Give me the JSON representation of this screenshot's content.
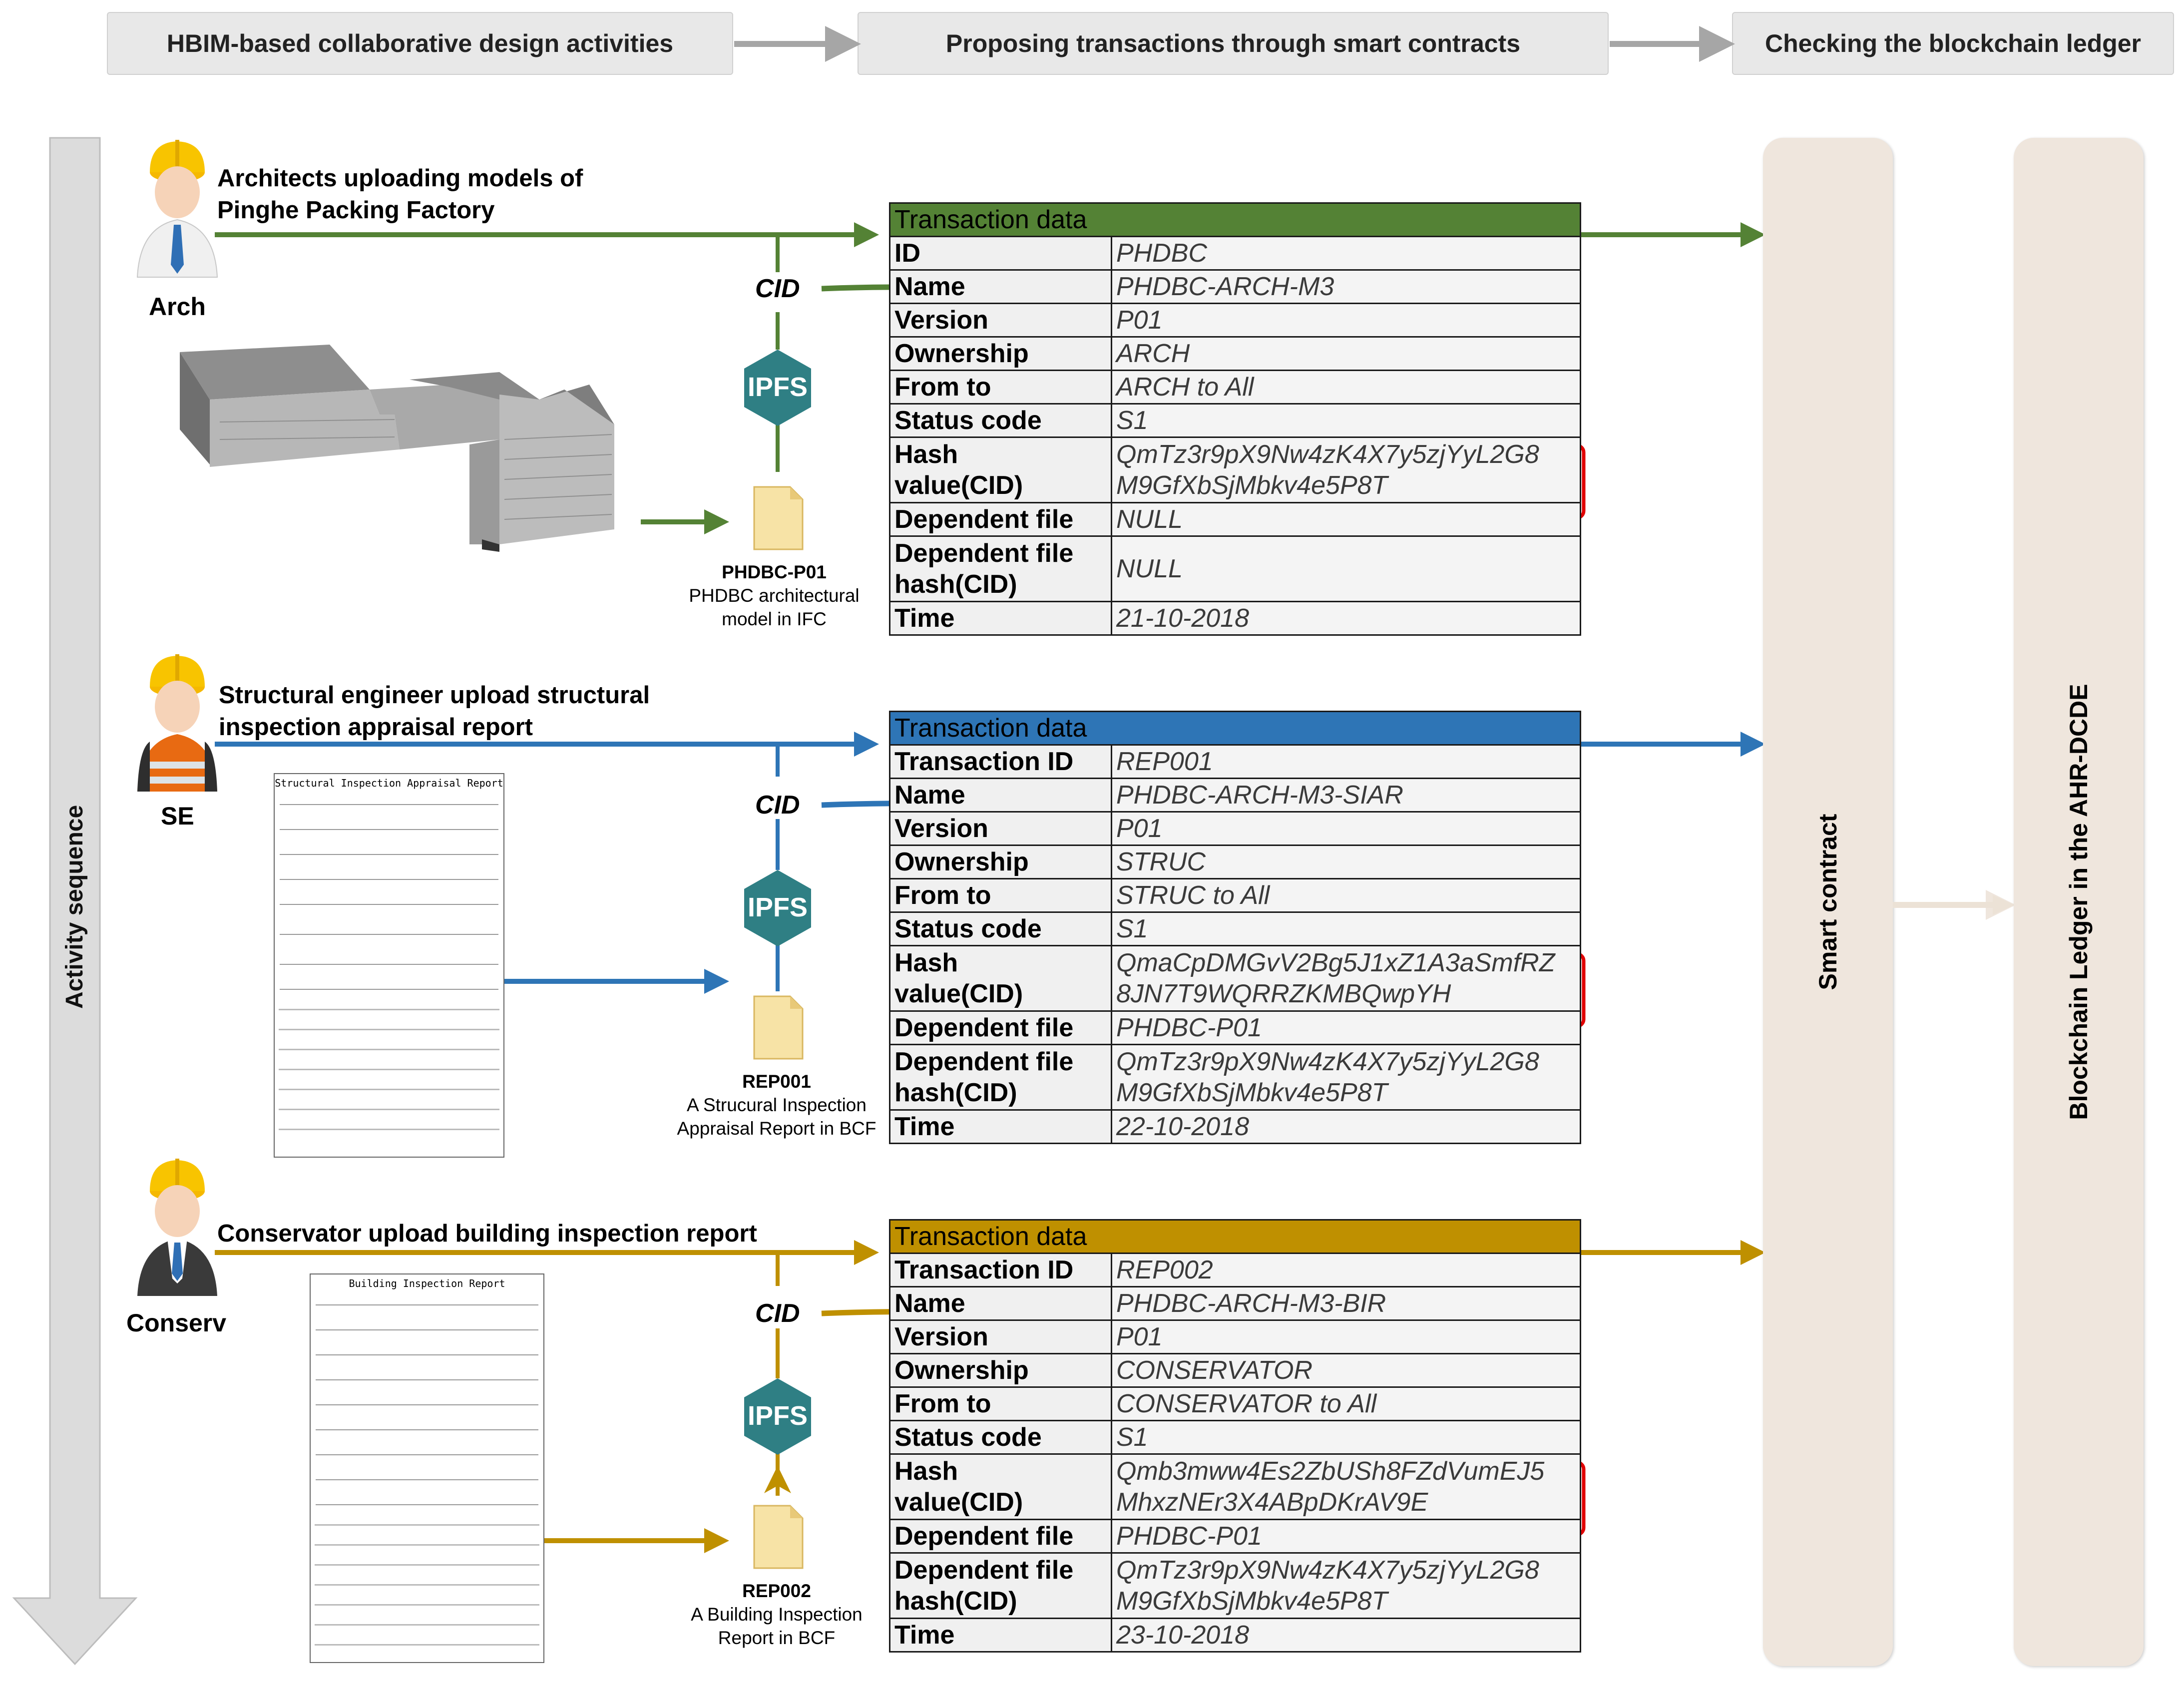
{
  "stages": [
    {
      "label": "HBIM-based collaborative design activities"
    },
    {
      "label": "Proposing transactions through smart contracts"
    },
    {
      "label": "Checking the blockchain ledger"
    }
  ],
  "sequence_label": "Activity sequence",
  "smart_contract_label": "Smart contract",
  "ledger_label": "Blockchain Ledger in the AHR-DCDE",
  "ipfs_label": "IPFS",
  "cid_label": "CID",
  "transaction_header": "Transaction data",
  "colors": {
    "green": "#548235",
    "blue": "#2e75b6",
    "gold": "#bf9000"
  },
  "rows": [
    {
      "actor_title_1": "Architects uploading models of",
      "actor_title_2": "Pinghe Packing Factory",
      "actor_abbr": "Arch",
      "file_id": "PHDBC-P01",
      "file_desc_1": "PHDBC architectural",
      "file_desc_2": "model in IFC",
      "table": {
        "id_key": "ID",
        "id_val": "PHDBC",
        "name_key": "Name",
        "name_val": "PHDBC-ARCH-M3",
        "version_key": "Version",
        "version_val": "P01",
        "ownership_key": "Ownership",
        "ownership_val": "ARCH",
        "fromto_key": "From to",
        "fromto_val": "ARCH to All",
        "status_key": "Status code",
        "status_val": "S1",
        "hash_key_1": "Hash",
        "hash_key_2": "value(CID)",
        "hash_val_1": "QmTz3r9pX9Nw4zK4X7y5zjYyL2G8",
        "hash_val_2": "M9GfXbSjMbkv4e5P8T",
        "dep_key": "Dependent file",
        "dep_val": "NULL",
        "dephash_key_1": "Dependent file",
        "dephash_key_2": "hash(CID)",
        "dephash_val_1": "NULL",
        "dephash_val_2": "",
        "time_key": "Time",
        "time_val": "21-10-2018"
      }
    },
    {
      "actor_title_1": "Structural engineer upload structural",
      "actor_title_2": "inspection appraisal report",
      "actor_abbr": "SE",
      "doc_title": "Structural Inspection Appraisal Report",
      "file_id": "REP001",
      "file_desc_1": "A Strucural Inspection",
      "file_desc_2": "Appraisal Report in BCF",
      "table": {
        "id_key": "Transaction ID",
        "id_val": "REP001",
        "name_key": "Name",
        "name_val": "PHDBC-ARCH-M3-SIAR",
        "version_key": "Version",
        "version_val": "P01",
        "ownership_key": "Ownership",
        "ownership_val": "STRUC",
        "fromto_key": "From to",
        "fromto_val": "STRUC to All",
        "status_key": "Status code",
        "status_val": "S1",
        "hash_key_1": "Hash",
        "hash_key_2": "value(CID)",
        "hash_val_1": "QmaCpDMGvV2Bg5J1xZ1A3aSmfRZ",
        "hash_val_2": "8JN7T9WQRRZKMBQwpYH",
        "dep_key": "Dependent file",
        "dep_val": "PHDBC-P01",
        "dephash_key_1": "Dependent file",
        "dephash_key_2": "hash(CID)",
        "dephash_val_1": "QmTz3r9pX9Nw4zK4X7y5zjYyL2G8",
        "dephash_val_2": "M9GfXbSjMbkv4e5P8T",
        "time_key": "Time",
        "time_val": "22-10-2018"
      }
    },
    {
      "actor_title_1": "Conservator upload building inspection report",
      "actor_title_2": "",
      "actor_abbr": "Conserv",
      "doc_title": "Building Inspection Report",
      "file_id": "REP002",
      "file_desc_1": "A Building Inspection",
      "file_desc_2": "Report in BCF",
      "table": {
        "id_key": "Transaction ID",
        "id_val": "REP002",
        "name_key": "Name",
        "name_val": "PHDBC-ARCH-M3-BIR",
        "version_key": "Version",
        "version_val": "P01",
        "ownership_key": "Ownership",
        "ownership_val": "CONSERVATOR",
        "fromto_key": "From to",
        "fromto_val": "CONSERVATOR to All",
        "status_key": "Status code",
        "status_val": "S1",
        "hash_key_1": "Hash",
        "hash_key_2": "value(CID)",
        "hash_val_1": "Qmb3mww4Es2ZbUSh8FZdVumEJ5",
        "hash_val_2": "MhxzNEr3X4ABpDKrAV9E",
        "dep_key": "Dependent file",
        "dep_val": "PHDBC-P01",
        "dephash_key_1": "Dependent file",
        "dephash_key_2": "hash(CID)",
        "dephash_val_1": "QmTz3r9pX9Nw4zK4X7y5zjYyL2G8",
        "dephash_val_2": "M9GfXbSjMbkv4e5P8T",
        "time_key": "Time",
        "time_val": "23-10-2018"
      }
    }
  ]
}
